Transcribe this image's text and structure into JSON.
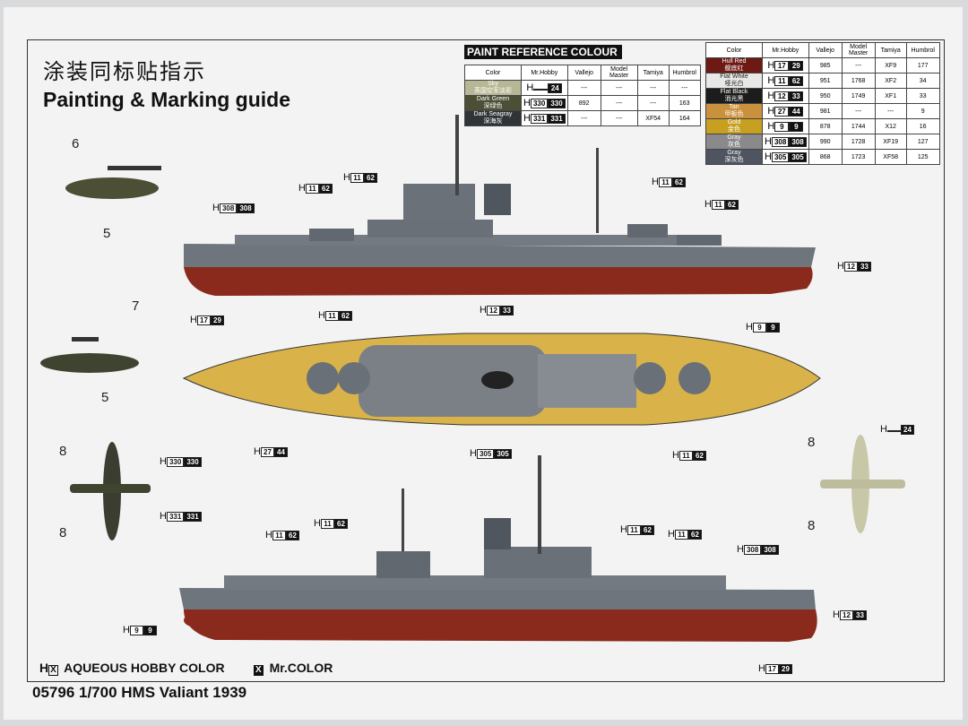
{
  "title_cn": "涂装同标贴指示",
  "title_en": "Painting & Marking guide",
  "footer": "05796 1/700  HMS Valiant 1939",
  "legend": {
    "aqueous_prefix": "H",
    "aqueous_box": "X",
    "aqueous": "AQUEOUS HOBBY COLOR",
    "mr_box": "X",
    "mr": "Mr.COLOR"
  },
  "paint_ref": {
    "title": "PAINT  REFERENCE COLOUR",
    "headers": [
      "Color",
      "Mr.Hobby",
      "Vallejo",
      "Model Master",
      "Tamiya",
      "Humbrol"
    ],
    "rows": [
      {
        "en": "Sky",
        "cn": "英国空军淡彩",
        "swatch": "#b8b795",
        "h": "H",
        "a": "",
        "b": "24",
        "vallejo": "---",
        "mm": "---",
        "tamiya": "---",
        "humbrol": "---"
      },
      {
        "en": "Dark Green",
        "cn": "深绿色",
        "swatch": "#4c4f36",
        "h": "H",
        "a": "330",
        "b": "330",
        "vallejo": "892",
        "mm": "---",
        "tamiya": "---",
        "humbrol": "163"
      },
      {
        "en": "Dark Seagray",
        "cn": "深海灰",
        "swatch": "#2e3438",
        "h": "H",
        "a": "331",
        "b": "331",
        "vallejo": "---",
        "mm": "---",
        "tamiya": "XF54",
        "humbrol": "164"
      }
    ]
  },
  "ref_table": {
    "headers": [
      "Color",
      "Mr.Hobby",
      "Vallejo",
      "Model Master",
      "Tamiya",
      "Humbrol"
    ],
    "rows": [
      {
        "en": "Hull Red",
        "cn": "舰底红",
        "swatch": "#6e1a14",
        "h": "H",
        "a": "17",
        "b": "29",
        "vallejo": "985",
        "mm": "---",
        "tamiya": "XF9",
        "humbrol": "177"
      },
      {
        "en": "Flat White",
        "cn": "哑光白",
        "swatch": "#e8e8e6",
        "h": "H",
        "a": "11",
        "b": "62",
        "vallejo": "951",
        "mm": "1768",
        "tamiya": "XF2",
        "humbrol": "34"
      },
      {
        "en": "Flat Black",
        "cn": "消光黑",
        "swatch": "#1c1c1c",
        "h": "H",
        "a": "12",
        "b": "33",
        "vallejo": "950",
        "mm": "1749",
        "tamiya": "XF1",
        "humbrol": "33"
      },
      {
        "en": "Tan",
        "cn": "甲板色",
        "swatch": "#c9913e",
        "h": "H",
        "a": "27",
        "b": "44",
        "vallejo": "981",
        "mm": "---",
        "tamiya": "---",
        "humbrol": "9"
      },
      {
        "en": "Gold",
        "cn": "金色",
        "swatch": "#c7a021",
        "h": "H",
        "a": "9",
        "b": "9",
        "vallejo": "878",
        "mm": "1744",
        "tamiya": "X12",
        "humbrol": "16"
      },
      {
        "en": "Gray",
        "cn": "灰色",
        "swatch": "#8a8a8c",
        "h": "H",
        "a": "308",
        "b": "308",
        "vallejo": "990",
        "mm": "1728",
        "tamiya": "XF19",
        "humbrol": "127"
      },
      {
        "en": "Gray",
        "cn": "深灰色",
        "swatch": "#4f5560",
        "h": "H",
        "a": "305",
        "b": "305",
        "vallejo": "868",
        "mm": "1723",
        "tamiya": "XF58",
        "humbrol": "125"
      }
    ]
  },
  "callouts": [
    {
      "h": "H",
      "a": "308",
      "b": "308"
    },
    {
      "h": "H",
      "a": "11",
      "b": "62"
    },
    {
      "h": "H",
      "a": "11",
      "b": "62"
    },
    {
      "h": "H",
      "a": "11",
      "b": "62"
    },
    {
      "h": "H",
      "a": "11",
      "b": "62"
    },
    {
      "h": "H",
      "a": "12",
      "b": "33"
    },
    {
      "h": "H",
      "a": "17",
      "b": "29"
    },
    {
      "h": "H",
      "a": "9",
      "b": "9"
    },
    {
      "h": "H",
      "a": "11",
      "b": "62"
    },
    {
      "h": "H",
      "a": "12",
      "b": "33"
    },
    {
      "h": "H",
      "a": "27",
      "b": "44"
    },
    {
      "h": "H",
      "a": "305",
      "b": "305"
    },
    {
      "h": "H",
      "a": "11",
      "b": "62"
    },
    {
      "h": "H",
      "a": "330",
      "b": "330"
    },
    {
      "h": "H",
      "a": "331",
      "b": "331"
    },
    {
      "h": "H",
      "a": "",
      "b": "24"
    },
    {
      "h": "H",
      "a": "11",
      "b": "62"
    },
    {
      "h": "H",
      "a": "11",
      "b": "62"
    },
    {
      "h": "H",
      "a": "11",
      "b": "62"
    },
    {
      "h": "H",
      "a": "11",
      "b": "62"
    },
    {
      "h": "H",
      "a": "308",
      "b": "308"
    },
    {
      "h": "H",
      "a": "12",
      "b": "33"
    },
    {
      "h": "H",
      "a": "9",
      "b": "9"
    },
    {
      "h": "H",
      "a": "17",
      "b": "29"
    }
  ],
  "plane_numbers": [
    "6",
    "5",
    "7",
    "5",
    "8",
    "8",
    "8",
    "8"
  ],
  "colors": {
    "hull_red": "#8a2a1c",
    "ship_gray": "#6f757c",
    "deck_tan": "#d9b24a"
  }
}
